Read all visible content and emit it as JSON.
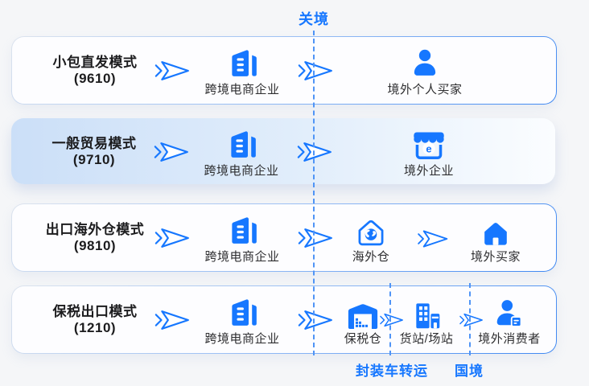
{
  "colors": {
    "accent": "#1677ff",
    "page_bg": "#f5f6f8",
    "dashed_line": "#4f94f6"
  },
  "boundaries": {
    "customs_border": "关境",
    "sealed_truck_transfer": "封装车转运",
    "national_border": "国境"
  },
  "icons": {
    "flow_arrow": "send-arrow",
    "source": "office-buildings",
    "row1_dest1": "person",
    "row2_dest1": "storefront",
    "shop_letter": "e",
    "row3_dest1": "house-with-globe",
    "row3_dest2": "house",
    "row4_dest1": "warehouse",
    "row4_dest2": "freight-station-buildings",
    "row4_dest3": "person-with-bag"
  },
  "rows": [
    {
      "mode": "小包直发模式",
      "code": "(9610)",
      "source_label": "跨境电商企业",
      "dest1_label": "境外个人买家"
    },
    {
      "mode": "一般贸易模式",
      "code": "(9710)",
      "source_label": "跨境电商企业",
      "dest1_label": "境外企业"
    },
    {
      "mode": "出口海外仓模式",
      "code": "(9810)",
      "source_label": "跨境电商企业",
      "dest1_label": "海外仓",
      "dest2_label": "境外买家"
    },
    {
      "mode": "保税出口模式",
      "code": "(1210)",
      "source_label": "跨境电商企业",
      "dest1_label": "保税仓",
      "dest2_label": "货站/场站",
      "dest3_label": "境外消费者"
    }
  ]
}
